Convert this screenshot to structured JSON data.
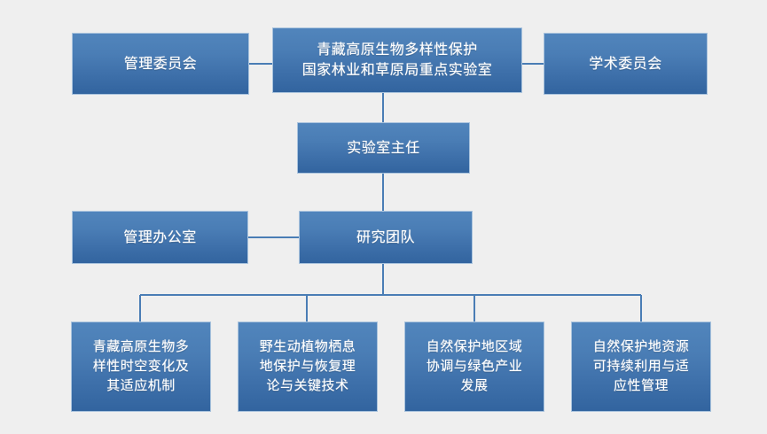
{
  "diagram": {
    "title_text": "青藏高原生物多样性保护\n国家林业和草原局重点实验室",
    "background_color": "#efefef",
    "node_fill_top": "#5185bc",
    "node_fill_bottom": "#32649f",
    "node_border_color": "#a9c3dd",
    "connector_color": "#4a7db5",
    "node_text_color": "#ffffff",
    "nodes": {
      "admin_committee": "管理委员会",
      "lab_title": "青藏高原生物多样性保护\n国家林业和草原局重点实验室",
      "academic_committee": "学术委员会",
      "lab_director": "实验室主任",
      "admin_office": "管理办公室",
      "research_team": "研究团队",
      "direction_1": "青藏高原生物多\n样性时空变化及\n其适应机制",
      "direction_2": "野生动植物栖息\n地保护与恢复理\n论与关键技术",
      "direction_3": "自然保护地区域\n协调与绿色产业\n发展",
      "direction_4": "自然保护地资源\n可持续利用与适\n应性管理"
    }
  }
}
